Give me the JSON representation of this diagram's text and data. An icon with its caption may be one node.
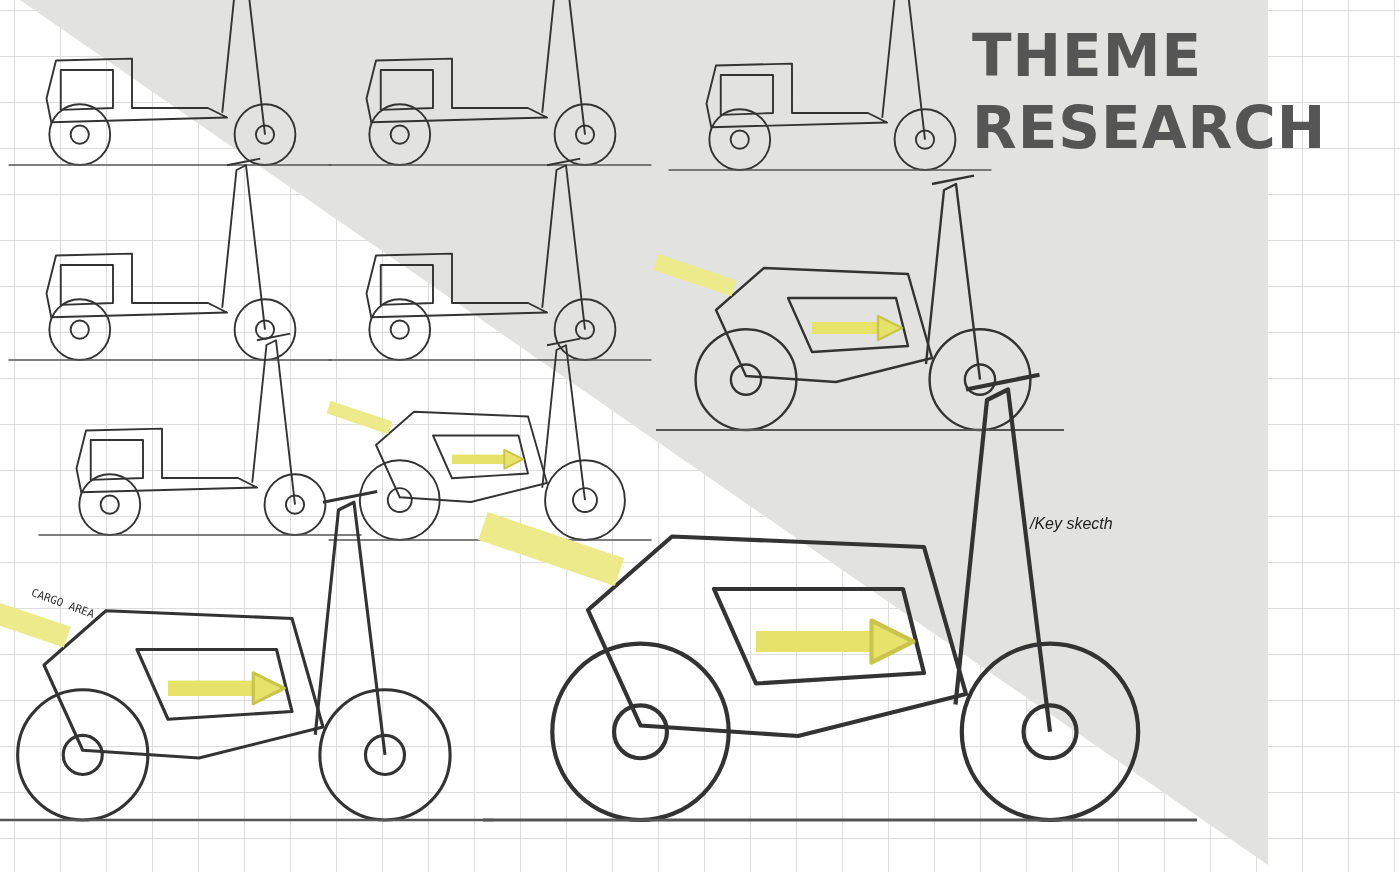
{
  "diagram": {
    "title": "THEME RESEARCH",
    "labels": [
      "/Key skecth",
      "CARGO AREA"
    ]
  }
}
